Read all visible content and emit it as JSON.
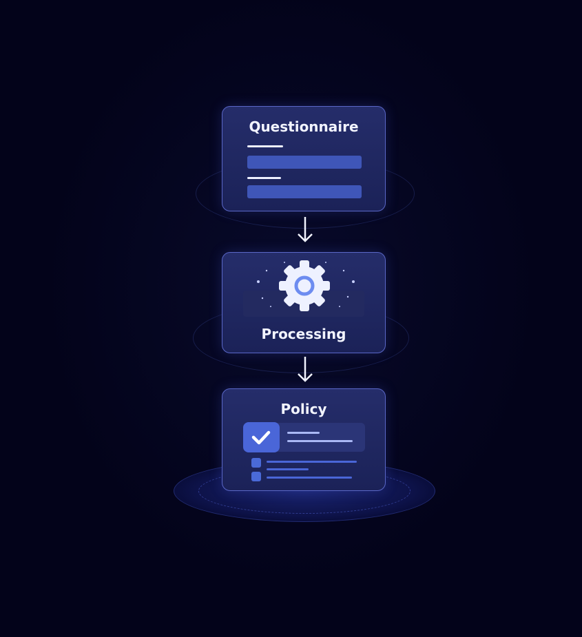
{
  "steps": [
    {
      "title": "Questionnaire",
      "icon": "form-icon"
    },
    {
      "title": "Processing",
      "icon": "gear-icon"
    },
    {
      "title": "Policy",
      "icon": "check-icon"
    }
  ],
  "colors": {
    "background": "#03031a",
    "card": "#212862",
    "accent": "#4a66d8",
    "border": "#5a67c8"
  }
}
